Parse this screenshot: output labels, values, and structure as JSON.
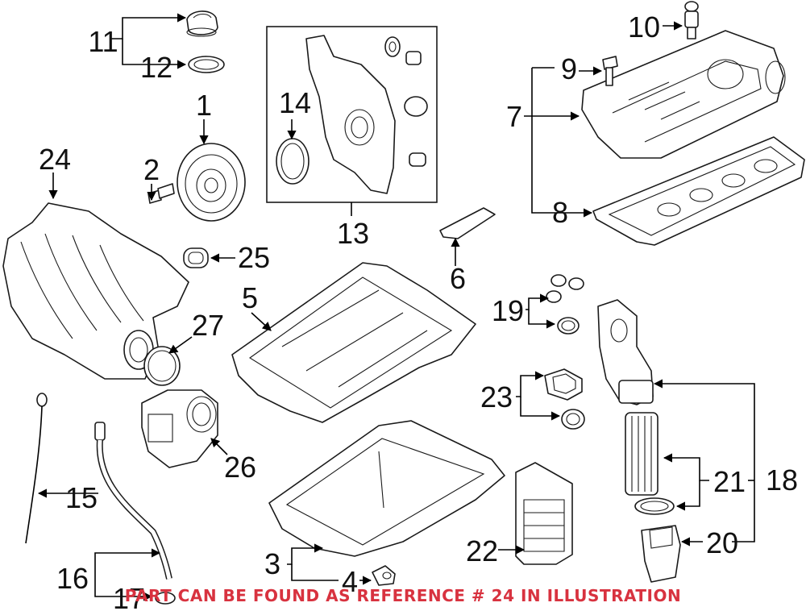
{
  "diagram": {
    "callouts": [
      {
        "id": "1",
        "text": "1"
      },
      {
        "id": "2",
        "text": "2"
      },
      {
        "id": "3",
        "text": "3"
      },
      {
        "id": "4",
        "text": "4"
      },
      {
        "id": "5",
        "text": "5"
      },
      {
        "id": "6",
        "text": "6"
      },
      {
        "id": "7",
        "text": "7"
      },
      {
        "id": "8",
        "text": "8"
      },
      {
        "id": "9",
        "text": "9"
      },
      {
        "id": "10",
        "text": "10"
      },
      {
        "id": "11",
        "text": "11"
      },
      {
        "id": "12",
        "text": "12"
      },
      {
        "id": "13",
        "text": "13"
      },
      {
        "id": "14",
        "text": "14"
      },
      {
        "id": "15",
        "text": "15"
      },
      {
        "id": "16",
        "text": "16"
      },
      {
        "id": "17",
        "text": "17"
      },
      {
        "id": "18",
        "text": "18"
      },
      {
        "id": "19",
        "text": "19"
      },
      {
        "id": "20",
        "text": "20"
      },
      {
        "id": "21",
        "text": "21"
      },
      {
        "id": "22",
        "text": "22"
      },
      {
        "id": "23",
        "text": "23"
      },
      {
        "id": "24",
        "text": "24"
      },
      {
        "id": "25",
        "text": "25"
      },
      {
        "id": "26",
        "text": "26"
      },
      {
        "id": "27",
        "text": "27"
      }
    ],
    "highlighted_reference": "24"
  },
  "caption": {
    "text": "PART CAN BE FOUND AS REFERENCE # 24 IN ILLUSTRATION",
    "color": "#d8323f"
  }
}
